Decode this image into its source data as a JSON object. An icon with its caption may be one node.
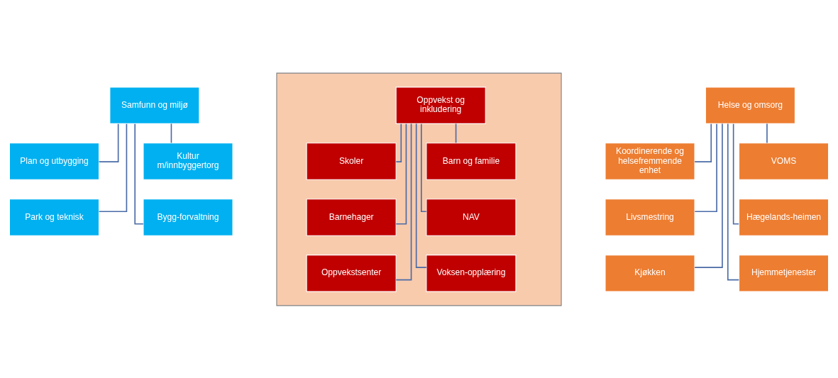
{
  "diagram": {
    "nodes": [
      {
        "text": [
          "Samfunn og miljø"
        ]
      },
      {
        "text": [
          "Plan og utbygging"
        ]
      },
      {
        "text": [
          "Kultur m/innbyggertorg"
        ]
      },
      {
        "text": [
          "Park og teknisk"
        ]
      },
      {
        "text": [
          "Bygg-forvaltning"
        ]
      },
      {
        "text": [],
        "shape": "pentagon"
      },
      {
        "text": [
          "Oppvekst og inkludering"
        ],
        "in": 5
      },
      {
        "text": [
          "Skoler"
        ],
        "in": 5
      },
      {
        "text": [
          "Barn og familie"
        ],
        "in": 5
      },
      {
        "text": [
          "Barnehager"
        ],
        "in": 5
      },
      {
        "text": [
          "NAV"
        ],
        "in": 5
      },
      {
        "text": [
          "Oppvekstsenter"
        ],
        "in": 5
      },
      {
        "text": [
          "Voksen-opplæring"
        ],
        "in": 5
      },
      {
        "text": [
          "Helse og omsorg"
        ]
      },
      {
        "text": [
          "Koordinerende og helsefremmende enhet"
        ]
      },
      {
        "text": [
          "VOMS"
        ]
      },
      {
        "text": [
          "Livsmestring"
        ]
      },
      {
        "text": [
          "Hægelands-heimen"
        ]
      },
      {
        "text": [
          "Kjøkken"
        ]
      },
      {
        "text": [
          "Hjemmetjenester"
        ]
      }
    ],
    "edges": [
      {
        "from": 0,
        "to": 1,
        "arrow": "none"
      },
      {
        "from": 0,
        "to": 2,
        "arrow": "none"
      },
      {
        "from": 0,
        "to": 3,
        "arrow": "none"
      },
      {
        "from": 0,
        "to": 4,
        "arrow": "none"
      },
      {
        "from": 6,
        "to": 7,
        "arrow": "none"
      },
      {
        "from": 6,
        "to": 8,
        "arrow": "none"
      },
      {
        "from": 6,
        "to": 9,
        "arrow": "none"
      },
      {
        "from": 6,
        "to": 10,
        "arrow": "none"
      },
      {
        "from": 6,
        "to": 11,
        "arrow": "none"
      },
      {
        "from": 6,
        "to": 12,
        "arrow": "none"
      },
      {
        "from": 13,
        "to": 14,
        "arrow": "none"
      },
      {
        "from": 13,
        "to": 15,
        "arrow": "none"
      },
      {
        "from": 13,
        "to": 16,
        "arrow": "none"
      },
      {
        "from": 13,
        "to": 17,
        "arrow": "none"
      },
      {
        "from": 13,
        "to": 18,
        "arrow": "none"
      },
      {
        "from": 13,
        "to": 19,
        "arrow": "none"
      }
    ]
  }
}
